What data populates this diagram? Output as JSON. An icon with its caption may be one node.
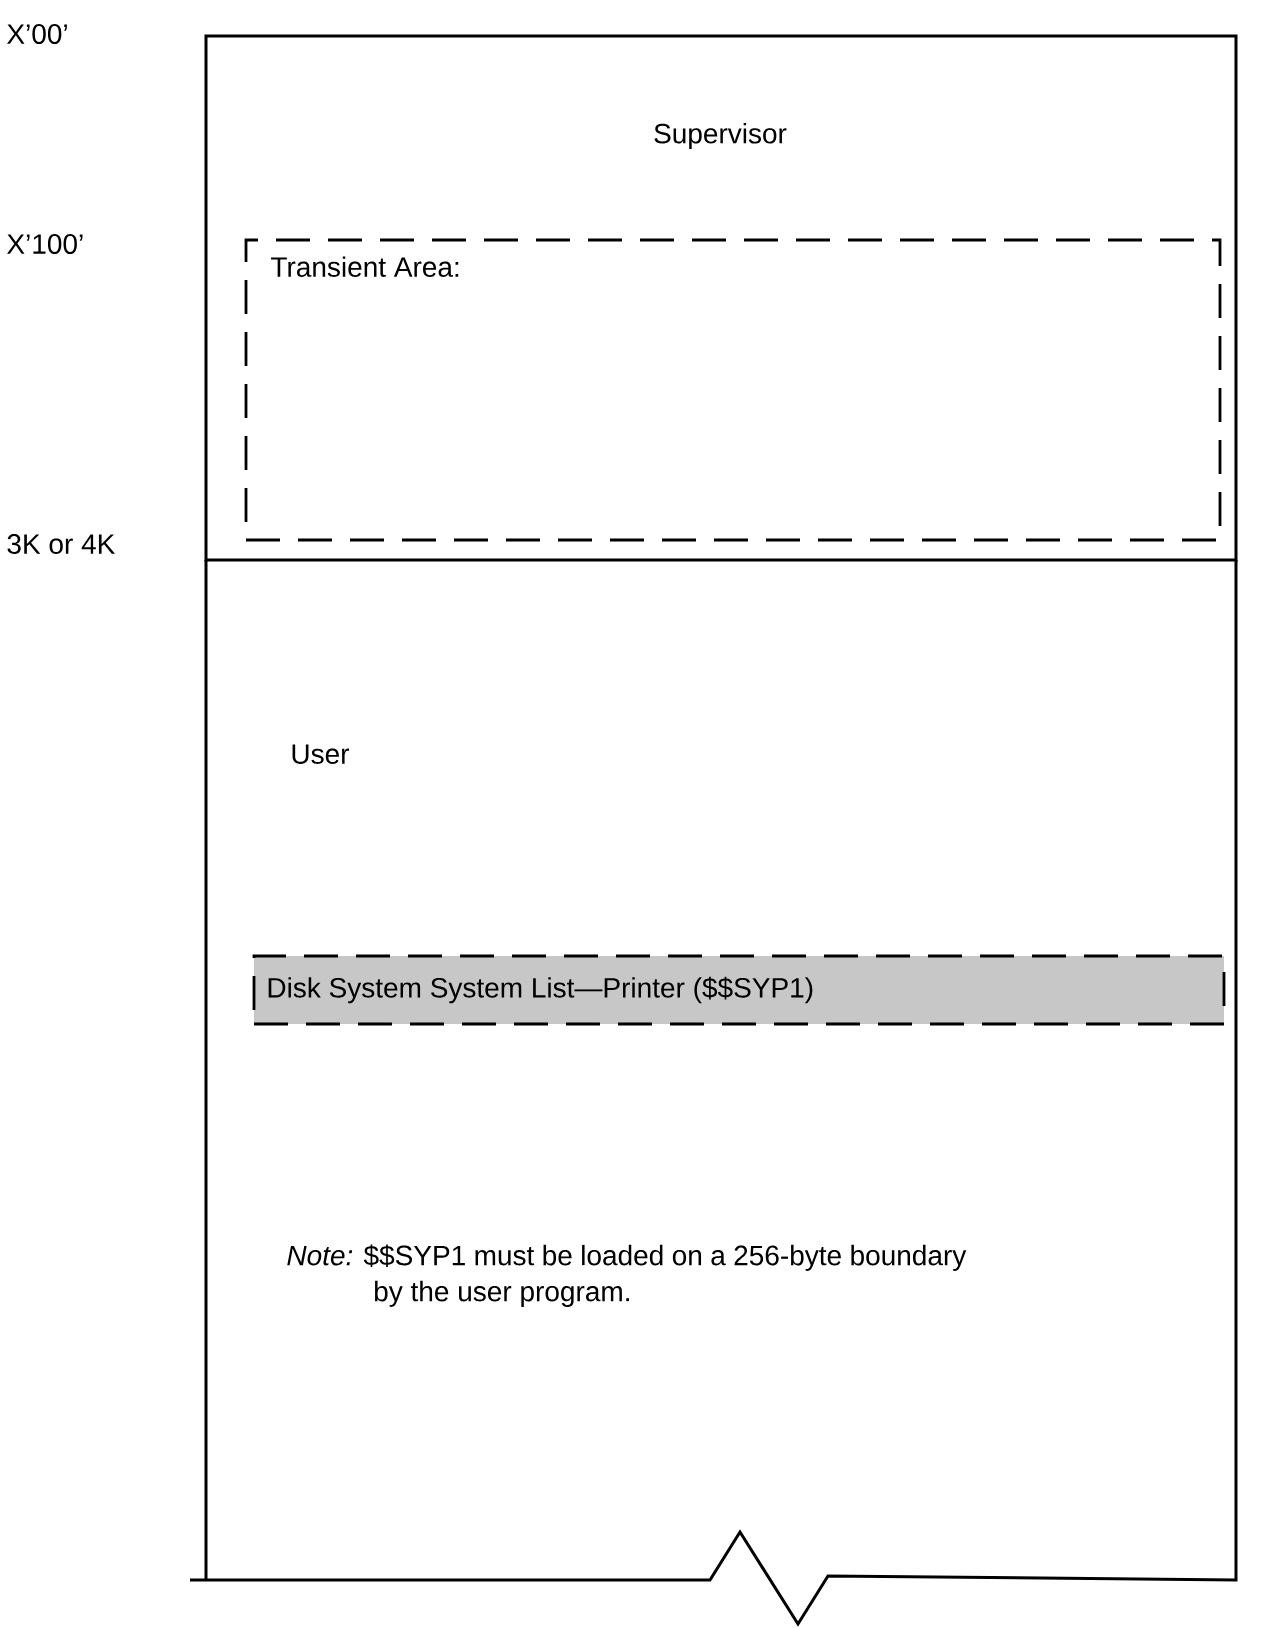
{
  "diagram": {
    "nodes": [
      {
        "text": [
          "Supervisor"
        ]
      },
      {
        "text": [
          "Transient Area:"
        ],
        "in": 0
      },
      {
        "text": [
          "User",
          "*Note:* $$SYP1 must be loaded on a 256-byte boundary by the user program."
        ]
      },
      {
        "text": [
          "Disk System System List—Printer ($$SYP1)"
        ],
        "in": 2
      }
    ],
    "labels": [
      "X’00’",
      "X’100’",
      "3K or 4K"
    ]
  }
}
